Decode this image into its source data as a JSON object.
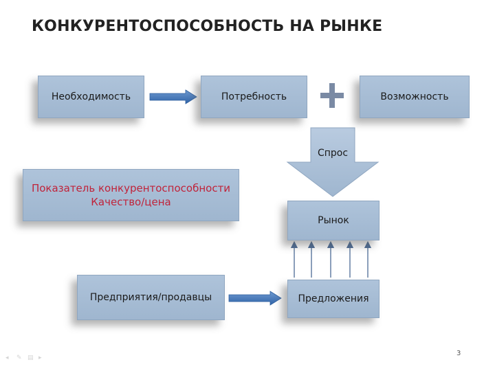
{
  "title": "КОНКУРЕНТОСПОСОБНОСТЬ НА РЫНКЕ",
  "boxes": {
    "necessity": "Необходимость",
    "need": "Потребность",
    "opportunity": "Возможность",
    "demand": "Спрос",
    "market": "Рынок",
    "indicator_line1": "Показатель конкурентоспособности",
    "indicator_line2": "Качество/цена",
    "enterprises": "Предприятия/продавцы",
    "offers": "Предложения"
  },
  "plus_symbol": "+",
  "page_number": "3",
  "colors": {
    "box_fill": "#a8bed6",
    "indicator_text": "#c0233a",
    "arrow": "#3f78b8",
    "plus": "#6e7f9a"
  },
  "nav_icons": [
    "prev-icon",
    "pen-icon",
    "menu-icon",
    "next-icon"
  ]
}
